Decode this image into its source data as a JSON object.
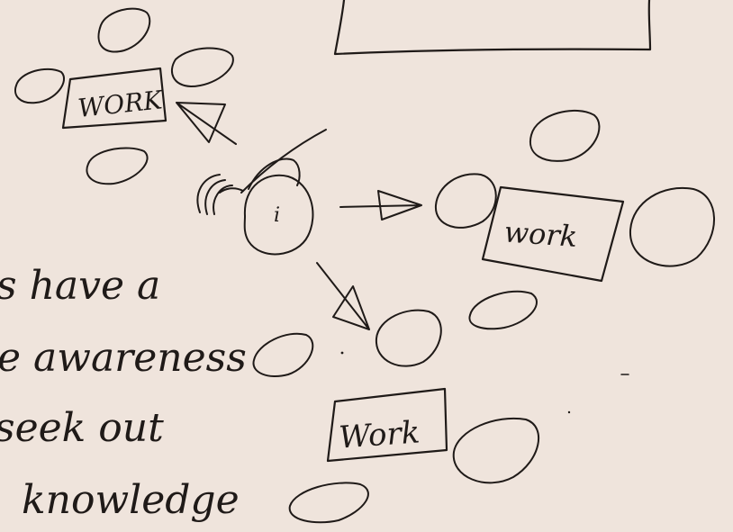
{
  "colors": {
    "paper": "#efe4dc",
    "ink": "#1f1a18"
  },
  "nodes": {
    "work_top_left": "WORK",
    "work_right": "work",
    "work_bottom": "Work",
    "person_label": "i"
  },
  "notes": {
    "line1": "s have a",
    "line2": "re awareness",
    "line3": "seek out",
    "line4": "knowledge"
  }
}
